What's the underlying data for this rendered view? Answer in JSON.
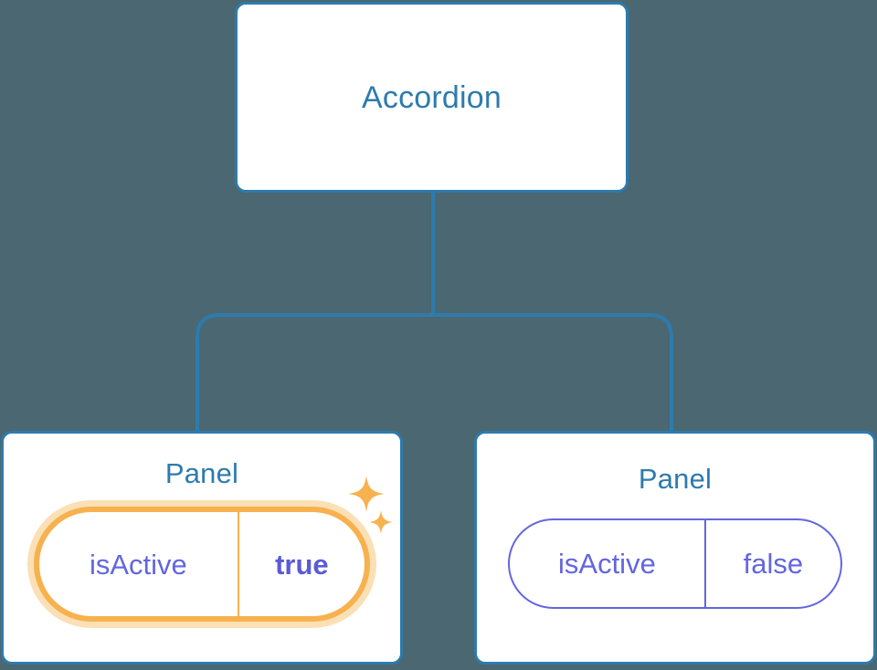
{
  "canvas": {
    "background_color": "#4b6771",
    "accent_blue": "#2d7bad",
    "accent_purple": "#6366e0",
    "accent_purple_bold": "#5b5bd6",
    "accent_orange": "#f7b14e",
    "accent_orange_glow": "#fbe0b6"
  },
  "tree": {
    "root": {
      "title": "Accordion"
    },
    "children": [
      {
        "title": "Panel",
        "highlighted": true,
        "prop": {
          "key": "isActive",
          "value": "true"
        },
        "sparkle_icons": [
          "sparkle-large-icon",
          "sparkle-small-icon"
        ]
      },
      {
        "title": "Panel",
        "highlighted": false,
        "prop": {
          "key": "isActive",
          "value": "false"
        }
      }
    ]
  }
}
